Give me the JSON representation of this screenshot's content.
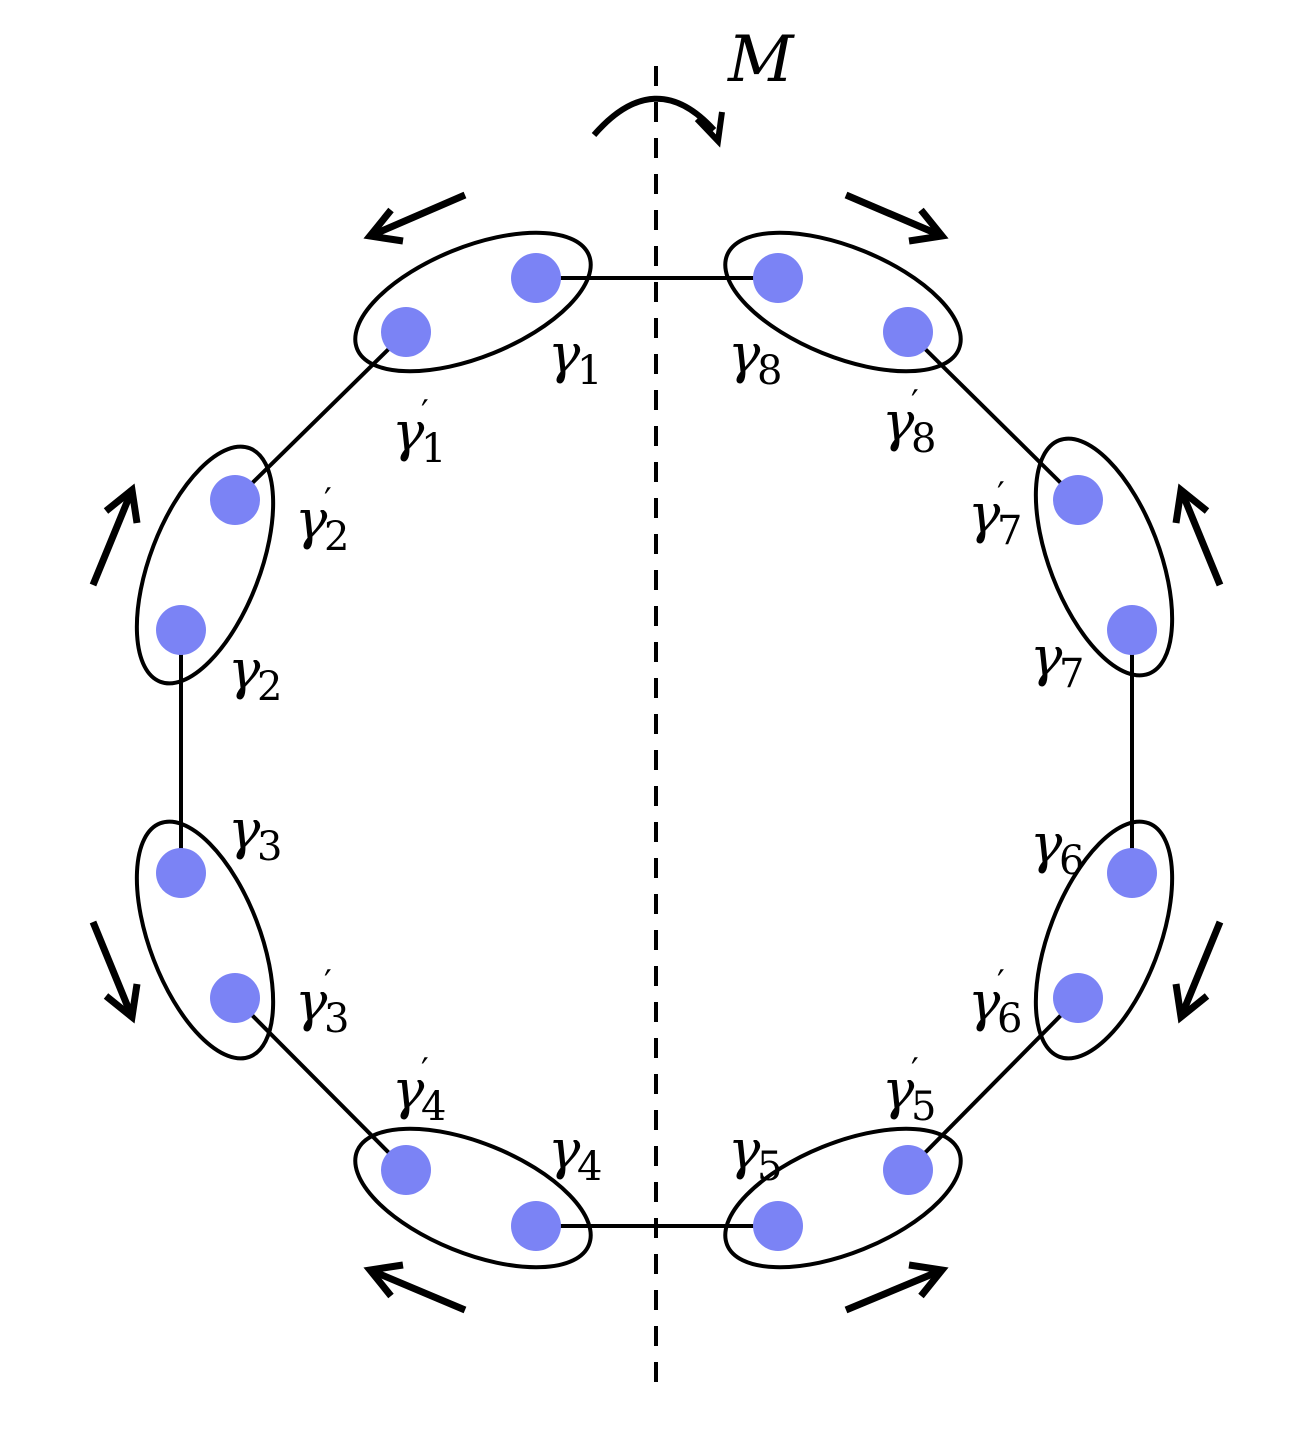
{
  "diagram": {
    "axis_label": "M",
    "dot_color": "#7b83f5",
    "line_color": "#000000",
    "pairs": [
      {
        "id": 1,
        "symbol": "γ",
        "index": "1"
      },
      {
        "id": 2,
        "symbol": "γ",
        "index": "2"
      },
      {
        "id": 3,
        "symbol": "γ",
        "index": "3"
      },
      {
        "id": 4,
        "symbol": "γ",
        "index": "4"
      },
      {
        "id": 5,
        "symbol": "γ",
        "index": "5"
      },
      {
        "id": 6,
        "symbol": "γ",
        "index": "6"
      },
      {
        "id": 7,
        "symbol": "γ",
        "index": "7"
      },
      {
        "id": 8,
        "symbol": "γ",
        "index": "8"
      }
    ],
    "prime_mark": "′"
  }
}
